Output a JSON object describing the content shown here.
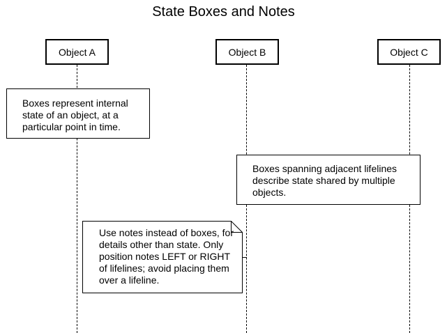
{
  "title": "State Boxes and Notes",
  "objects": [
    {
      "label": "Object A"
    },
    {
      "label": "Object B"
    },
    {
      "label": "Object C"
    }
  ],
  "state_boxes": [
    {
      "text": "Boxes represent internal state of an object, at a particular point in time."
    },
    {
      "text": "Boxes spanning adjacent lifelines describe state shared by multiple objects."
    }
  ],
  "note": {
    "text": "Use notes instead of boxes, for details other than state. Only position notes LEFT or RIGHT of lifelines; avoid placing them over a lifeline."
  }
}
